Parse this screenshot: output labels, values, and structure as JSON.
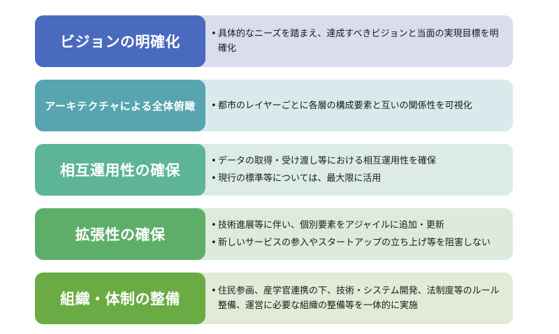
{
  "rows": [
    {
      "title": "ビジョンの明確化",
      "size": "large",
      "color": "#4a6abf",
      "bg": "#d9dded",
      "bullets": [
        "具体的なニーズを踏まえ、達成すべきビジョンと当面の実現目標を明確化"
      ]
    },
    {
      "title": "アーキテクチャによる全体俯瞰",
      "size": "small",
      "color": "#56a5b0",
      "bg": "#d9eaec",
      "bullets": [
        "都市のレイヤーごとに各層の構成要素と互いの関係性を可視化"
      ]
    },
    {
      "title": "相互運用性の確保",
      "size": "large",
      "color": "#5db496",
      "bg": "#dcece4",
      "bullets": [
        "データの取得・受け渡し等における相互運用性を確保",
        "現行の標準等については、最大限に活用"
      ]
    },
    {
      "title": "拡張性の確保",
      "size": "large",
      "color": "#5eae6a",
      "bg": "#dcebdc",
      "bullets": [
        "技術進展等に伴い、個別要素をアジャイルに追加・更新",
        "新しいサービスの参入やスタートアップの立ち上げ等を阻害しない"
      ]
    },
    {
      "title": "組織・体制の整備",
      "size": "large",
      "color": "#6aab43",
      "bg": "#e1ebd8",
      "bullets": [
        "住民参画、産学官連携の下、技術・システム開発、法制度等のルール整備、運営に必要な組織の整備等を一体的に実施"
      ]
    }
  ]
}
